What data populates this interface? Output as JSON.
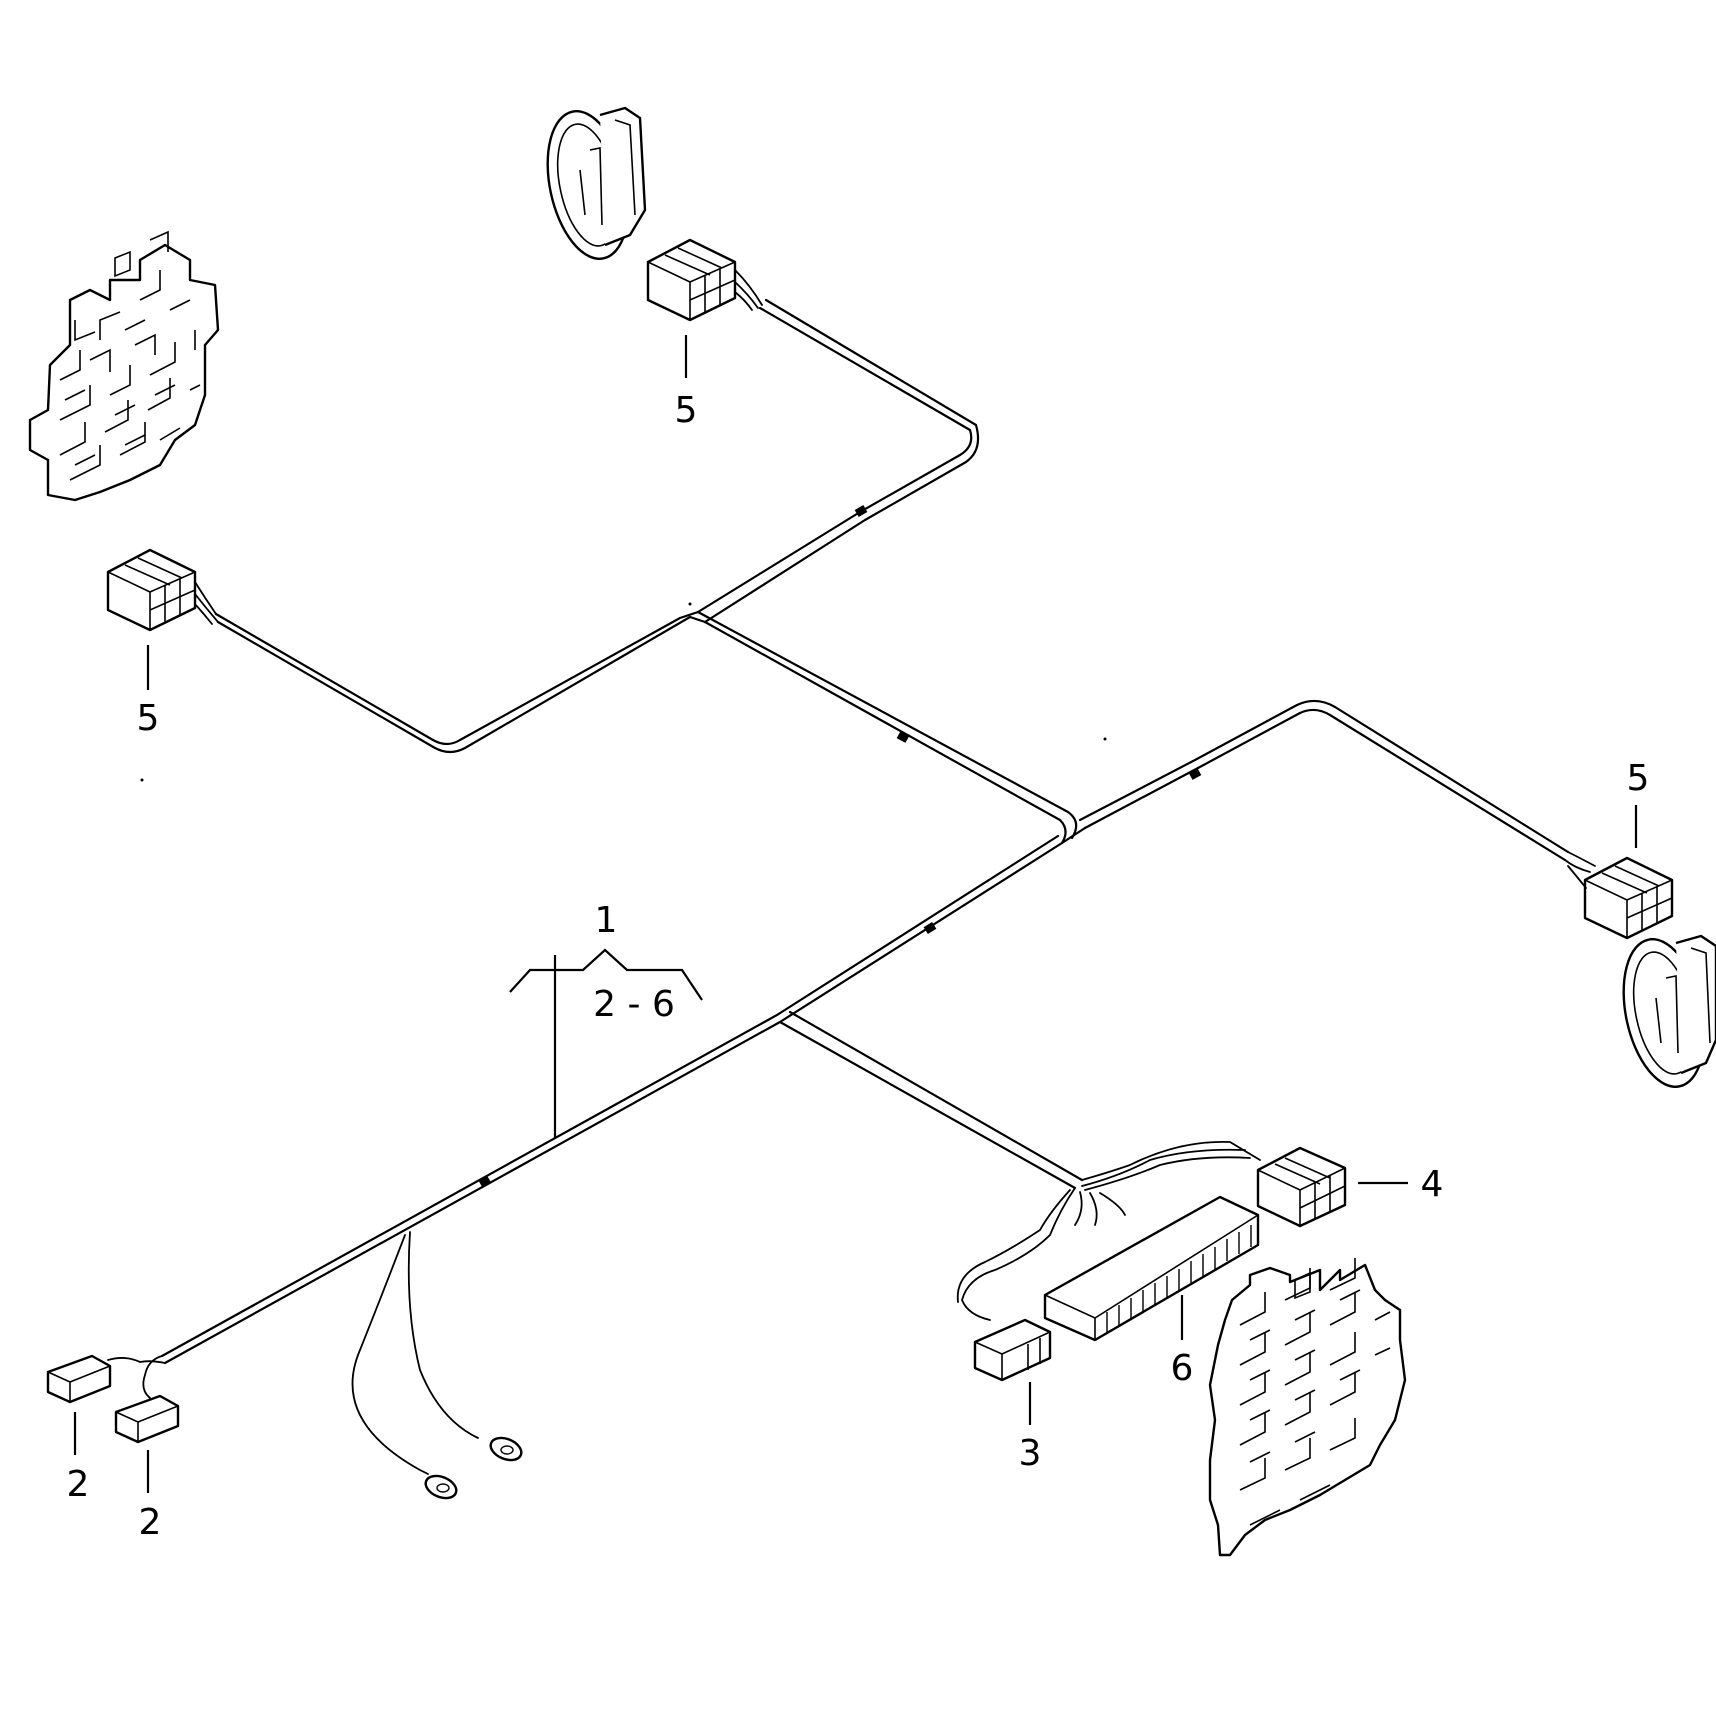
{
  "callouts": {
    "assembly": "1",
    "assembly_range": "2 - 6",
    "fuse_left": "2",
    "fuse_right": "2",
    "connector_small": "3",
    "connector_relay": "4",
    "lamp_top": "5",
    "lamp_left": "5",
    "lamp_right": "5",
    "connector_long": "6"
  }
}
